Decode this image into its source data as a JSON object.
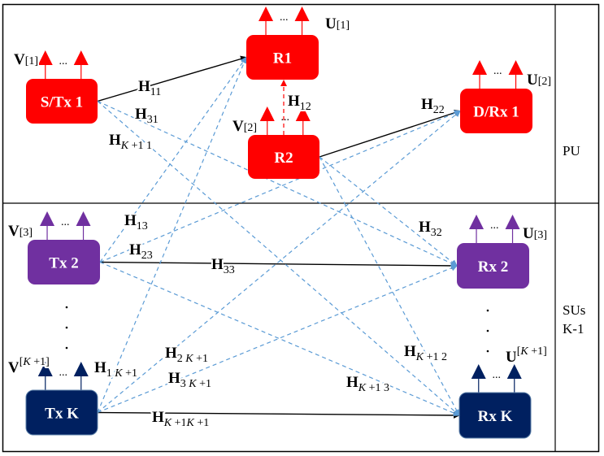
{
  "regions": {
    "primary": "PU",
    "secondary_line1": "SUs",
    "secondary_line2": "K-1"
  },
  "colors": {
    "pu": "#ff0000",
    "su2": "#7030a0",
    "suk": "#002060",
    "interference": "#5b9bd5",
    "direct": "#000000",
    "relay": "#ff0000"
  },
  "nodes": [
    {
      "id": "stx1",
      "label": "S/Tx 1",
      "color": "#ff0000"
    },
    {
      "id": "r1",
      "label": "R1",
      "color": "#ff0000"
    },
    {
      "id": "r2",
      "label": "R2",
      "color": "#ff0000"
    },
    {
      "id": "drx1",
      "label": "D/Rx 1",
      "color": "#ff0000"
    },
    {
      "id": "tx2",
      "label": "Tx 2",
      "color": "#7030a0"
    },
    {
      "id": "txk",
      "label": "Tx K",
      "color": "#002060"
    },
    {
      "id": "rx2",
      "label": "Rx 2",
      "color": "#7030a0"
    },
    {
      "id": "rxk",
      "label": "Rx K",
      "color": "#002060"
    }
  ],
  "precoders": [
    {
      "base": "V",
      "sup": "[1]"
    },
    {
      "base": "V",
      "sup": "[2]"
    },
    {
      "base": "V",
      "sup": "[3]"
    },
    {
      "base": "V",
      "sup_it": "K",
      "sup": " +1]",
      "sup_pre": "["
    }
  ],
  "decoders": [
    {
      "base": "U",
      "sup": "[1]"
    },
    {
      "base": "U",
      "sup": "[2]"
    },
    {
      "base": "U",
      "sup": "[3]"
    },
    {
      "base": "U",
      "sup_pre": "[",
      "sup_it": "K",
      "sup": " +1]"
    }
  ],
  "edges": [
    {
      "from": "stx1",
      "to": "r1",
      "style": "direct"
    },
    {
      "from": "r2",
      "to": "r1",
      "style": "relay"
    },
    {
      "from": "r2",
      "to": "drx1",
      "style": "direct"
    },
    {
      "from": "tx2",
      "to": "rx2",
      "style": "direct"
    },
    {
      "from": "txk",
      "to": "rxk",
      "style": "direct"
    },
    {
      "from": "stx1",
      "to": "rx2",
      "style": "interference"
    },
    {
      "from": "stx1",
      "to": "rxk",
      "style": "interference"
    },
    {
      "from": "r2",
      "to": "rx2",
      "style": "interference"
    },
    {
      "from": "r2",
      "to": "rxk",
      "style": "interference"
    },
    {
      "from": "tx2",
      "to": "r1",
      "style": "interference"
    },
    {
      "from": "tx2",
      "to": "drx1",
      "style": "interference"
    },
    {
      "from": "tx2",
      "to": "rxk",
      "style": "interference"
    },
    {
      "from": "txk",
      "to": "r1",
      "style": "interference"
    },
    {
      "from": "txk",
      "to": "drx1",
      "style": "interference"
    },
    {
      "from": "txk",
      "to": "rx2",
      "style": "interference"
    }
  ],
  "channels": {
    "h11": {
      "base": "H",
      "sub": "11"
    },
    "h31": {
      "base": "H",
      "sub": "31"
    },
    "hk11": {
      "base": "H",
      "sub_it": "K",
      "sub": " +1 1"
    },
    "h12": {
      "base": "H",
      "sub": "12"
    },
    "h22": {
      "base": "H",
      "sub": "22"
    },
    "h13": {
      "base": "H",
      "sub": "13"
    },
    "h23": {
      "base": "H",
      "sub": "23"
    },
    "h33": {
      "base": "H",
      "sub": "33"
    },
    "h32": {
      "base": "H",
      "sub": "32"
    },
    "h1k1": {
      "base": "H",
      "sub": "1 ",
      "sub_it": "K",
      "sub2": " +1"
    },
    "h2k1": {
      "base": "H",
      "sub": "2 ",
      "sub_it": "K",
      "sub2": " +1"
    },
    "h3k1": {
      "base": "H",
      "sub": "3 ",
      "sub_it": "K",
      "sub2": " +1"
    },
    "hk12": {
      "base": "H",
      "sub_it": "K",
      "sub": " +1 2"
    },
    "hk13": {
      "base": "H",
      "sub_it": "K",
      "sub": " +1 3"
    },
    "hk1k1": {
      "base": "H",
      "sub_it": "K",
      "sub": " +1",
      "sub_it2": "K",
      "sub2": " +1"
    }
  },
  "ellipsis": "..."
}
